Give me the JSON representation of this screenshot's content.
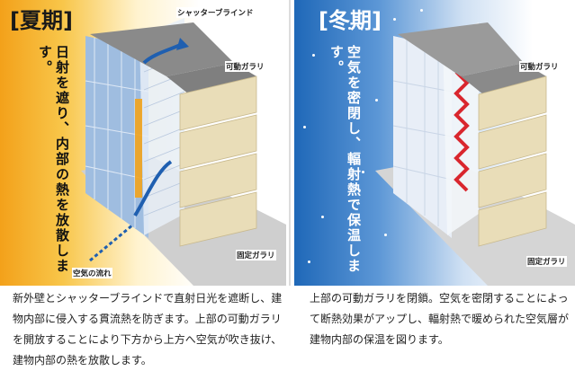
{
  "summer": {
    "season_label": "[夏期]",
    "vertical_text": "日射を遮り、内部の熱を放散します。",
    "callouts": {
      "blind": "シャッターブラインド",
      "movable_louver": "可動ガラリ",
      "fixed_louver": "固定ガラリ",
      "airflow": "空気の流れ"
    },
    "description": "新外壁とシャッターブラインドで直射日光を遮断し、建物内部に侵入する貫流熱を防ぎます。上部の可動ガラリを開放することにより下方から上方へ空気が吹き抜け、建物内部の熱を放散します。",
    "colors": {
      "bg_accent": "#f3a11a",
      "arrow": "#1f5fb0"
    }
  },
  "winter": {
    "season_label": "[冬期]",
    "vertical_text": "空気を密閉し、輻射熱で保温します。",
    "callouts": {
      "movable_louver": "可動ガラリ",
      "fixed_louver": "固定ガラリ"
    },
    "description": "上部の可動ガラリを閉鎖。空気を密閉することによって断熱効果がアップし、輻射熱で暖められた空気層が建物内部の保温を図ります。",
    "colors": {
      "bg_accent": "#1f68b8",
      "heat": "#d9262e"
    }
  }
}
